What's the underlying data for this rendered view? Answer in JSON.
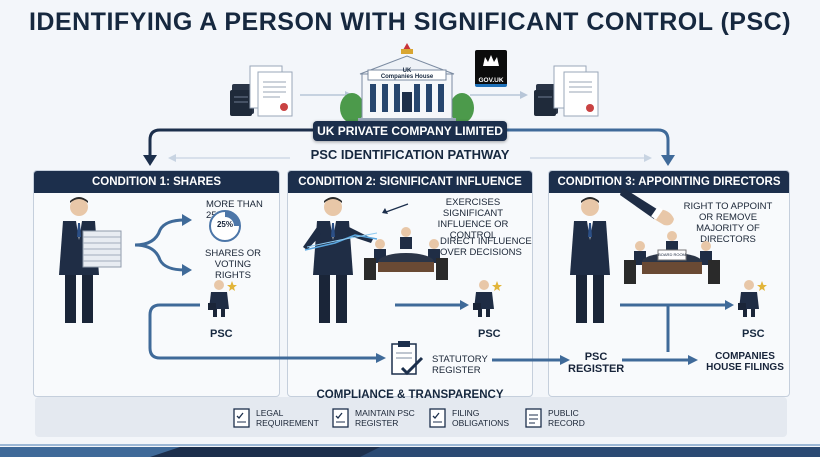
{
  "title": "IDENTIFYING A PERSON WITH SIGNIFICANT CONTROL (PSC)",
  "top": {
    "building_sign_line1": "UK",
    "building_sign_line2": "Companies House",
    "govuk": "GOV.UK",
    "company_banner": "UK PRIVATE COMPANY LIMITED",
    "pathway_label": "PSC IDENTIFICATION PATHWAY"
  },
  "conditions": [
    {
      "heading": "CONDITION 1: SHARES",
      "notes": [
        "MORE THAN 25%",
        "SHARES OR VOTING RIGHTS"
      ],
      "gauge_label": "25%",
      "psc_label": "PSC"
    },
    {
      "heading": "CONDITION 2: SIGNIFICANT INFLUENCE",
      "notes": [
        "EXERCISES SIGNIFICANT INFLUENCE OR CONTROL",
        "DIRECT INFLUENCE OVER DECISIONS"
      ],
      "psc_label": "PSC"
    },
    {
      "heading": "CONDITION 3: APPOINTING DIRECTORS",
      "notes": [
        "RIGHT TO APPOINT OR REMOVE MAJORITY OF DIRECTORS"
      ],
      "table_sign": "BOARD ROOM",
      "psc_label": "PSC"
    }
  ],
  "flow": {
    "statutory_register": "STATUTORY REGISTER",
    "psc_register": "PSC REGISTER",
    "companies_house_filings": "COMPANIES HOUSE FILINGS"
  },
  "compliance": {
    "title": "COMPLIANCE & TRANSPARENCY",
    "items": [
      "LEGAL REQUIREMENT",
      "MAINTAIN PSC REGISTER",
      "FILING OBLIGATIONS",
      "PUBLIC RECORD"
    ]
  },
  "colors": {
    "navy": "#1c2f4c",
    "arrow": "#3f6a99",
    "gold": "#e2b53a",
    "background": "#f3f6fa"
  }
}
